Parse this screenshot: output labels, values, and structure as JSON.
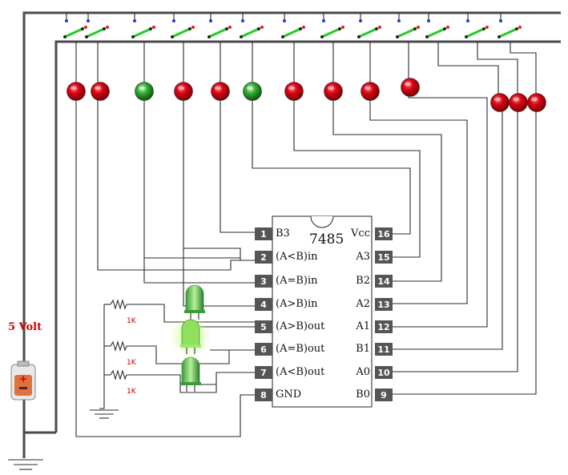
{
  "chip": {
    "name": "7485",
    "left_pins": [
      {
        "num": "1",
        "label": "B3"
      },
      {
        "num": "2",
        "label": "(A<B)in"
      },
      {
        "num": "3",
        "label": "(A=B)in"
      },
      {
        "num": "4",
        "label": "(A>B)in"
      },
      {
        "num": "5",
        "label": "(A>B)out"
      },
      {
        "num": "6",
        "label": "(A=B)out"
      },
      {
        "num": "7",
        "label": "(A<B)out"
      },
      {
        "num": "8",
        "label": "GND"
      }
    ],
    "right_pins": [
      {
        "num": "16",
        "label": "Vcc"
      },
      {
        "num": "15",
        "label": "A3"
      },
      {
        "num": "14",
        "label": "B2"
      },
      {
        "num": "13",
        "label": "A2"
      },
      {
        "num": "12",
        "label": "A1"
      },
      {
        "num": "11",
        "label": "B1"
      },
      {
        "num": "10",
        "label": "A0"
      },
      {
        "num": "9",
        "label": "B0"
      }
    ]
  },
  "power": {
    "label": "5 Volt"
  },
  "resistors": [
    {
      "label": "1K"
    },
    {
      "label": "1K"
    },
    {
      "label": "1K"
    }
  ],
  "input_leds": [
    "red",
    "red",
    "green",
    "red",
    "red",
    "green",
    "red",
    "red",
    "red",
    "red",
    "red",
    "red",
    "red"
  ],
  "output_leds": [
    "green",
    "green",
    "green"
  ],
  "colors": {
    "led_red": "#c4000a",
    "led_green": "#2fa82f",
    "led_lime": "#8fe05a",
    "wire": "#2b2b2b",
    "switch": "#22cc22",
    "pin_box": "#555555",
    "label_red": "#cc0000"
  }
}
